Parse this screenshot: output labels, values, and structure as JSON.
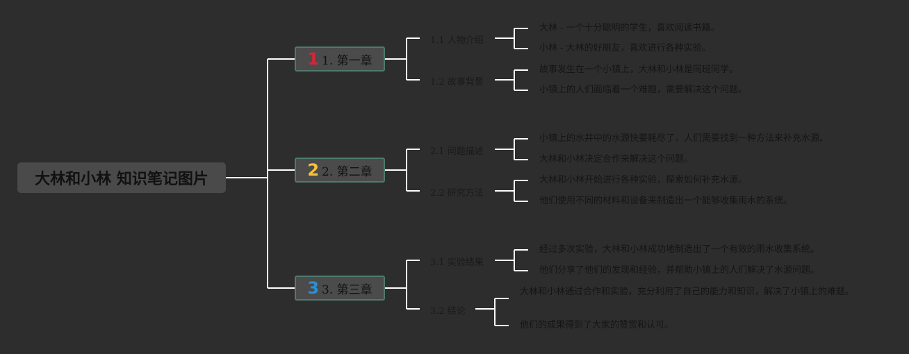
{
  "root": {
    "title": "大林和小林 知识笔记图片"
  },
  "chapters": [
    {
      "badge": "1",
      "badge_color": "#d0283a",
      "label": "1. 第一章",
      "sections": [
        {
          "label": "1.1 人物介绍",
          "items": [
            "大林 - 一个十分聪明的学生，喜欢阅读书籍。",
            "小林 - 大林的好朋友，喜欢进行各种实验。"
          ]
        },
        {
          "label": "1.2 故事背景",
          "items": [
            "故事发生在一个小镇上，大林和小林是同班同学。",
            "小镇上的人们面临着一个难题，需要解决这个问题。"
          ]
        }
      ]
    },
    {
      "badge": "2",
      "badge_color": "#f3c23a",
      "label": "2. 第二章",
      "sections": [
        {
          "label": "2.1 问题描述",
          "items": [
            "小镇上的水井中的水源快要耗尽了，人们需要找到一种方法来补充水源。",
            "大林和小林决定合作来解决这个问题。"
          ]
        },
        {
          "label": "2.2 研究方法",
          "items": [
            "大林和小林开始进行各种实验，探索如何补充水源。",
            "他们使用不同的材料和设备来制造出一个能够收集雨水的系统。"
          ]
        }
      ]
    },
    {
      "badge": "3",
      "badge_color": "#2a8fd6",
      "label": "3. 第三章",
      "sections": [
        {
          "label": "3.1 实验结果",
          "items": [
            "经过多次实验，大林和小林成功地制造出了一个有效的雨水收集系统。",
            "他们分享了他们的发现和经验，并帮助小镇上的人们解决了水源问题。"
          ]
        },
        {
          "label": "3.2 结论",
          "items": [
            "大林和小林通过合作和实验，充分利用了自己的能力和知识，解决了小镇上的难题。",
            "他们的成果得到了大家的赞赏和认可。"
          ]
        }
      ]
    }
  ]
}
